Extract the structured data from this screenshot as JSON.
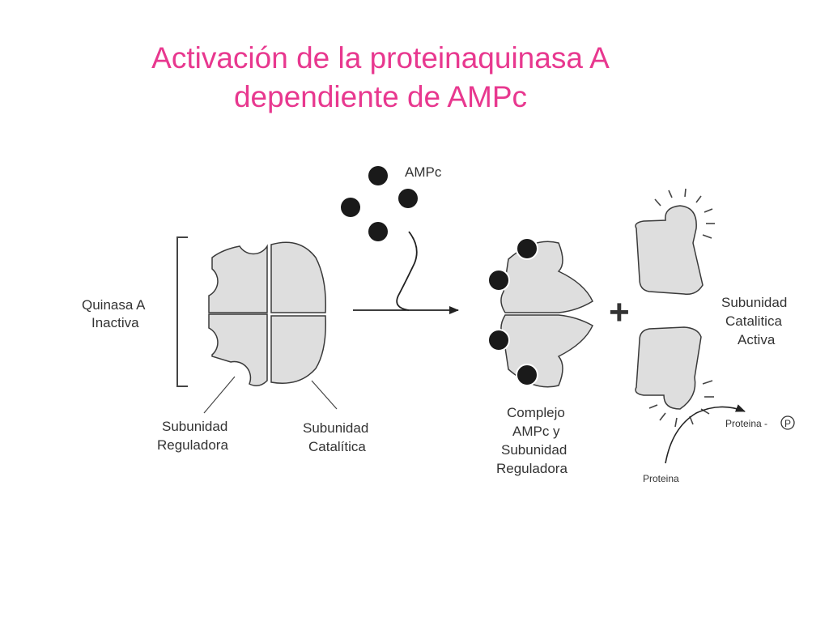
{
  "title": {
    "line1": "Activación de la proteinaquinasa A",
    "line2": "dependiente de AMPc"
  },
  "labels": {
    "camp": "AMPc",
    "inactive_line1": "Quinasa A",
    "inactive_line2": "Inactiva",
    "regulatory_line1": "Subunidad",
    "regulatory_line2": "Reguladora",
    "catalytic_line1": "Subunidad",
    "catalytic_line2": "Catalítica",
    "complex_line1": "Complejo",
    "complex_line2": "AMPc y",
    "complex_line3": "Subunidad",
    "complex_line4": "Reguladora",
    "active_line1": "Subunidad",
    "active_line2": "Catalitica",
    "active_line3": "Activa",
    "plus": "+",
    "protein": "Proteina",
    "protein_p": "Proteina -",
    "phosphate": "P"
  },
  "colors": {
    "title": "#e8388f",
    "shape_fill": "#dedede",
    "shape_stroke": "#3a3a3a",
    "camp_fill": "#1a1a1a"
  }
}
